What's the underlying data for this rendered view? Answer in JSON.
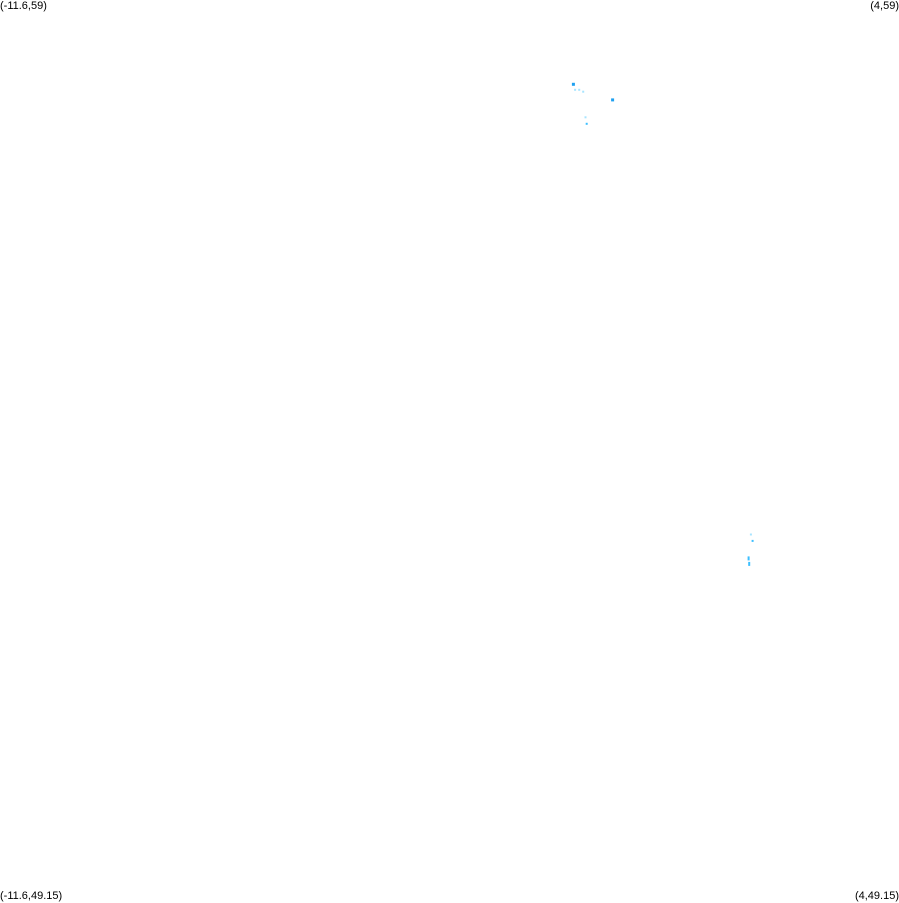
{
  "corners": {
    "top_left": "(-11.6,59)",
    "top_right": "(4,59)",
    "bottom_left": "(-11.6,49.15)",
    "bottom_right": "(4,49.15)"
  },
  "colors": {
    "background": "#ffffff",
    "marker_dark": "#1ea0f0",
    "marker_mid": "#3cbfff",
    "marker_light": "#a8e4ff"
  },
  "map_data": {
    "bounds": {
      "lon_min": -11.6,
      "lon_max": 4,
      "lat_min": 49.15,
      "lat_max": 59
    },
    "points": [
      {
        "lon": -1.65,
        "lat": 58.08,
        "shade": "dark"
      },
      {
        "lon": -1.62,
        "lat": 58.02,
        "shade": "light"
      },
      {
        "lon": -1.55,
        "lat": 58.02,
        "shade": "light"
      },
      {
        "lon": -1.48,
        "lat": 58.0,
        "shade": "light"
      },
      {
        "lon": -0.97,
        "lat": 57.91,
        "shade": "dark"
      },
      {
        "lon": -1.42,
        "lat": 57.65,
        "shade": "mid"
      },
      {
        "lon": -1.44,
        "lat": 57.72,
        "shade": "light"
      },
      {
        "lon": 1.43,
        "lat": 53.17,
        "shade": "light"
      },
      {
        "lon": 1.46,
        "lat": 53.1,
        "shade": "mid"
      },
      {
        "lon": 1.39,
        "lat": 52.92,
        "shade": "mid"
      },
      {
        "lon": 1.4,
        "lat": 52.86,
        "shade": "mid"
      }
    ]
  }
}
